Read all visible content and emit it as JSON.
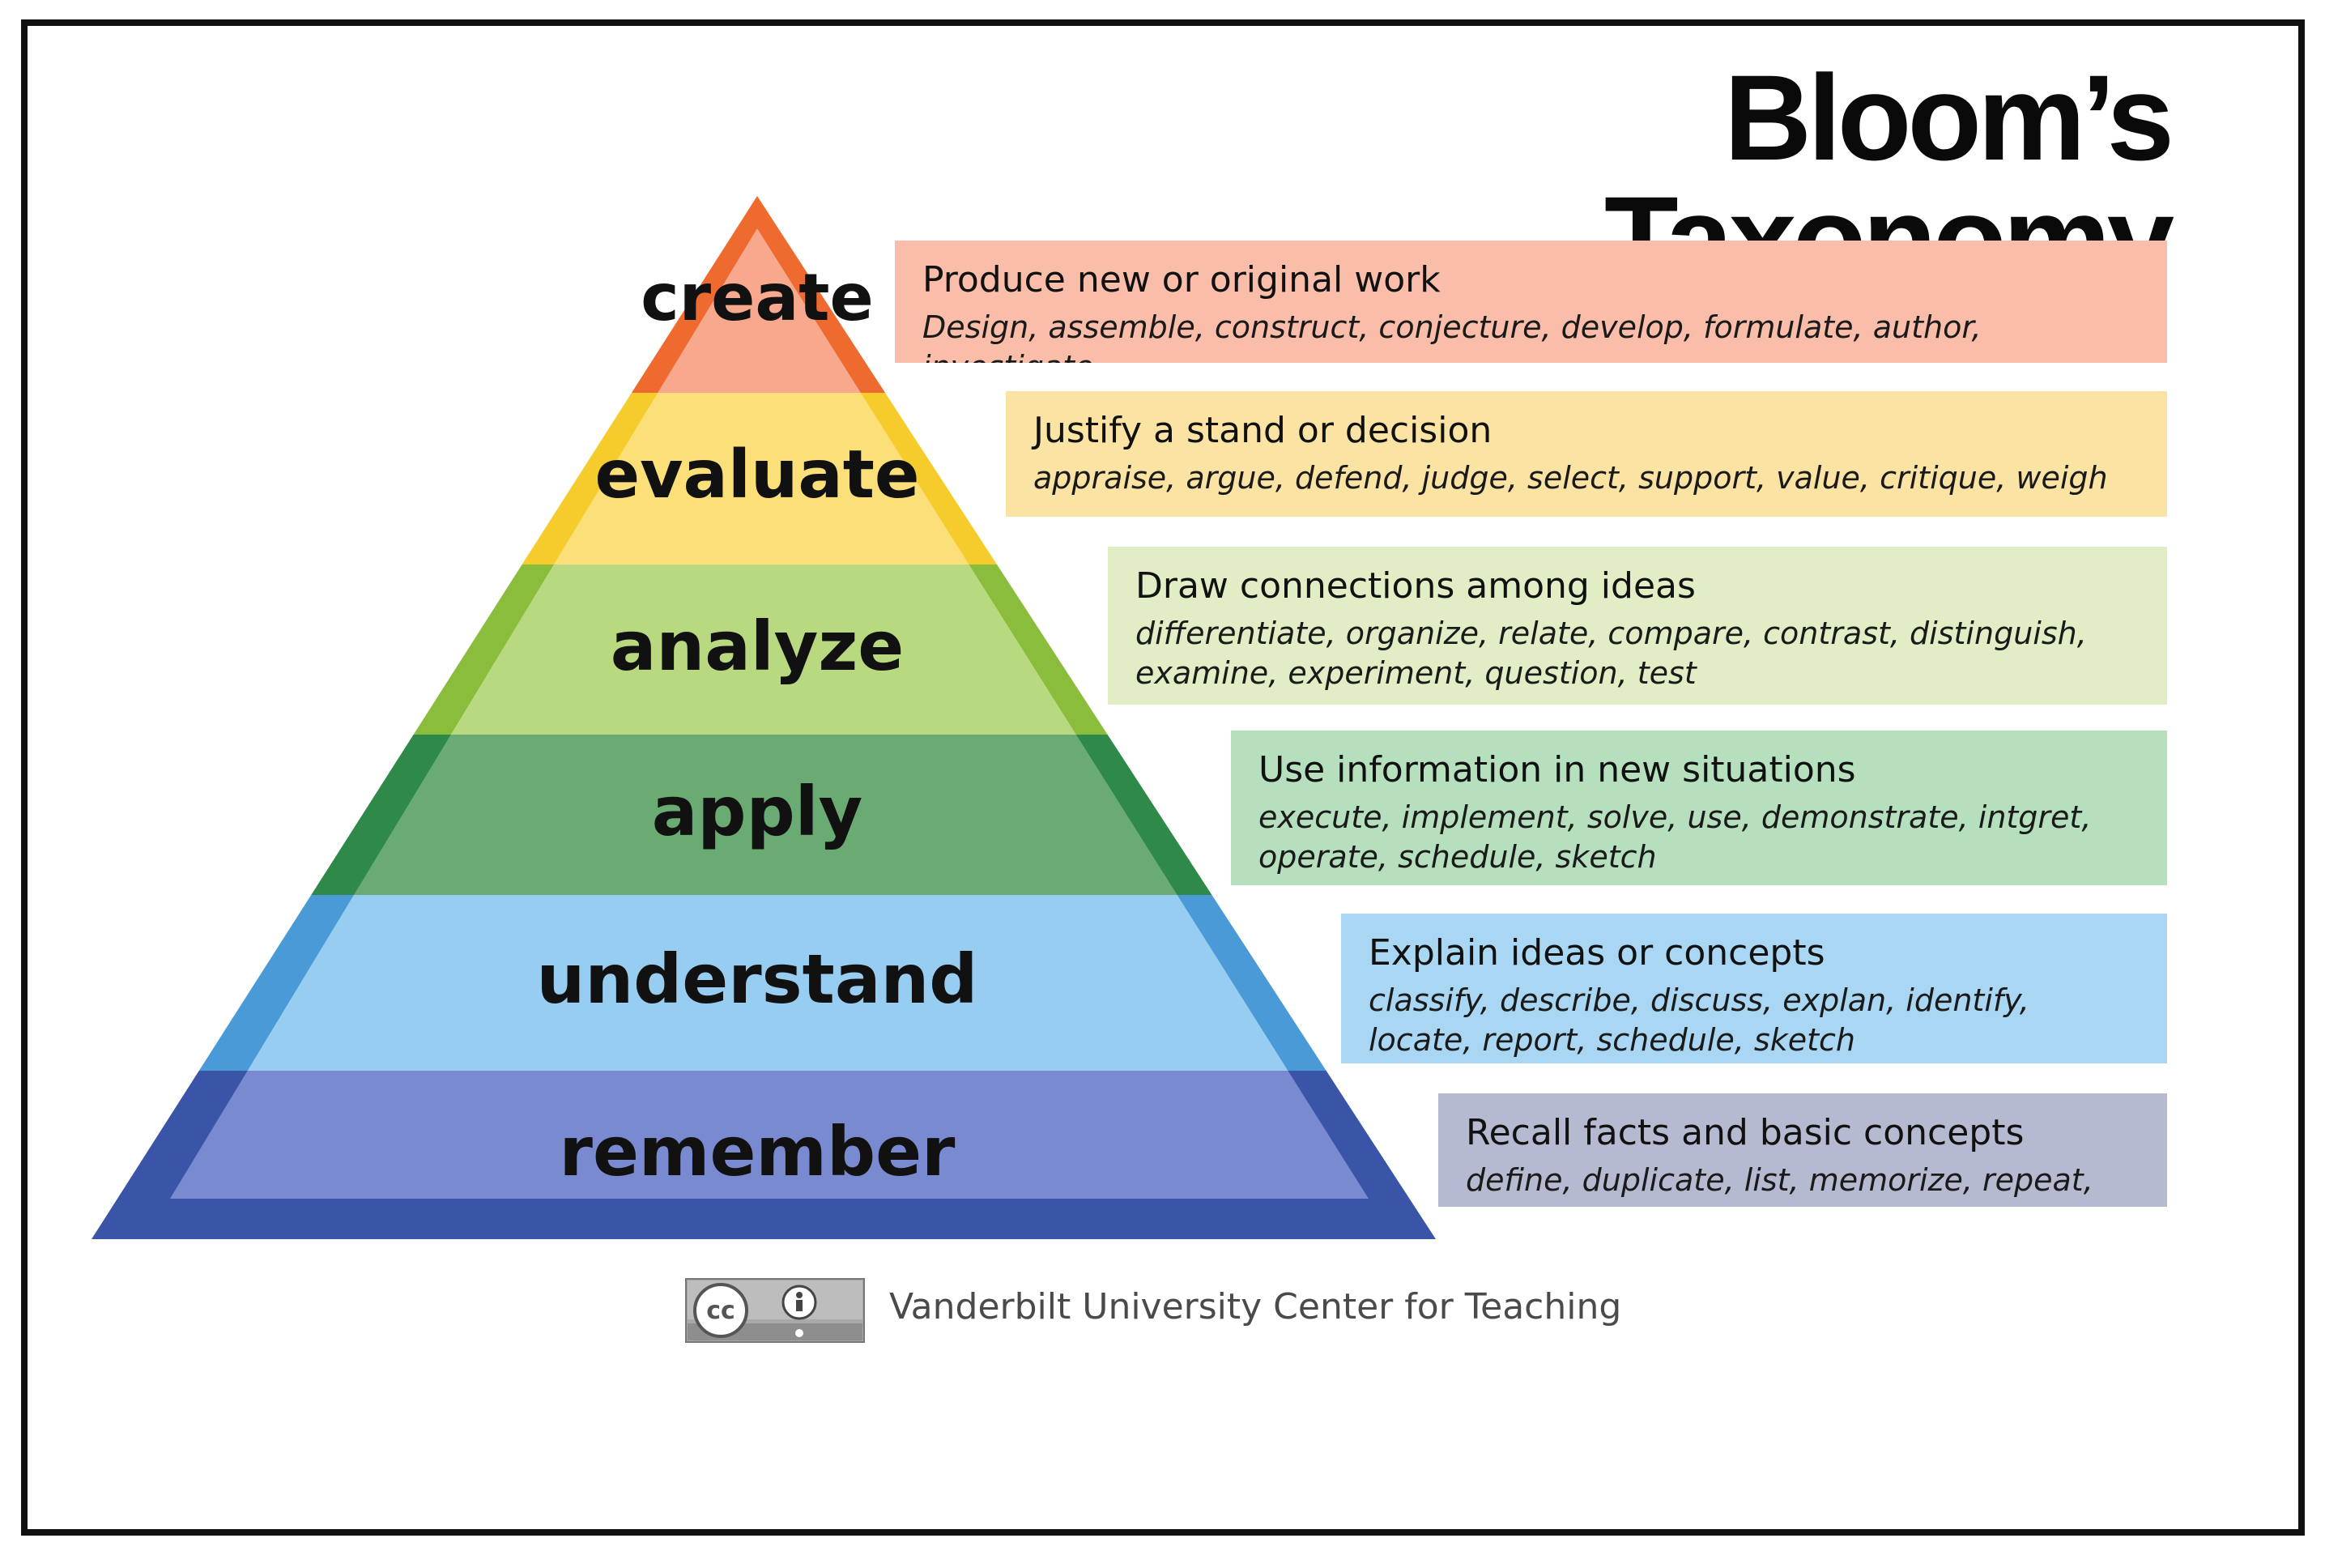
{
  "title": "Bloom’s Taxonomy",
  "levels": [
    {
      "label": "create",
      "heading": "Produce new or original work",
      "verbs": "Design, assemble, construct, conjecture, develop, formulate, author, investigate",
      "edge_color": "#ee6a2e",
      "fill_color": "#f8a88c",
      "box_color": "#f9bda9"
    },
    {
      "label": "evaluate",
      "heading": "Justify a stand or decision",
      "verbs": "appraise, argue, defend, judge, select, support, value, critique, weigh",
      "edge_color": "#f6cb2c",
      "fill_color": "#fbe07a",
      "box_color": "#fbe3a3"
    },
    {
      "label": "analyze",
      "heading": "Draw connections among ideas",
      "verbs": "differentiate, organize, relate, compare, contrast, distinguish, examine, experiment, question, test",
      "edge_color": "#8abd3c",
      "fill_color": "#b9d980",
      "box_color": "#e1eec5"
    },
    {
      "label": "apply",
      "heading": "Use information in new situations",
      "verbs": "execute, implement, solve, use, demonstrate, intgret, operate, schedule, sketch",
      "edge_color": "#2f8a4a",
      "fill_color": "#69ab72",
      "box_color": "#b6e0bd"
    },
    {
      "label": "understand",
      "heading": "Explain ideas or concepts",
      "verbs": "classify, describe, discuss, explan, identify, locate, report, schedule, sketch",
      "edge_color": "#4a9ad8",
      "fill_color": "#98cdf2",
      "box_color": "#a9d6f3"
    },
    {
      "label": "remember",
      "heading": "Recall facts and basic concepts",
      "verbs": "define, duplicate, list, memorize, repeat, state",
      "edge_color": "#3a55a8",
      "fill_color": "#7a8ad0",
      "box_color": "#b5bad0"
    }
  ],
  "credit": "Vanderbilt University Center for Teaching",
  "license_icon": "creative-commons-by-icon"
}
